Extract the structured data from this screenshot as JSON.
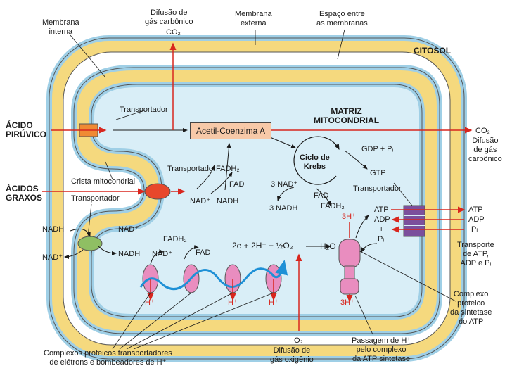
{
  "labels": {
    "membrana_interna": "Membrana\ninterna",
    "difusao_co2_top": "Difusão de\ngás carbônico",
    "co2_top": "CO₂",
    "membrana_externa": "Membrana\nexterna",
    "espaco_membranas": "Espaço entre\nas membranas",
    "citosol": "CITOSOL",
    "transportador_1": "Transportador",
    "matriz": "MATRIZ\nMITOCONDRIAL",
    "acido_piruvico": "ÁCIDO\nPIRÚVICO",
    "acetil_coa": "Acetil-Coenzima A",
    "co2_right": "CO₂",
    "difusao_co2_right": "Difusão\nde gás\ncarbônico",
    "ciclo_krebs": "Ciclo de\nKrebs",
    "gdp_pi": "GDP + Pᵢ",
    "gtp": "GTP",
    "crista": "Crista mitocondrial",
    "transportador_2": "Transportador",
    "fadh2_1": "FADH₂",
    "fad_1": "FAD",
    "acidos_graxos": "ÁCIDOS\nGRAXOS",
    "nad_1": "NAD⁺",
    "nadh_1": "NADH",
    "nad3": "3 NAD⁺",
    "fad_2": "FAD",
    "nadh3": "3 NADH",
    "fadh2_2": "FADH₂",
    "transportador_3": "Transportador",
    "transportador_4": "Transportador",
    "atp_in": "ATP",
    "adp_in": "ADP",
    "plus": "+",
    "pi_in": "Pᵢ",
    "atp_out": "ATP",
    "adp_out": "ADP",
    "pi_out": "Pᵢ",
    "h3_top": "3H⁺",
    "nadh_left": "NADH",
    "nad_left": "NAD⁺",
    "nad_2": "NAD⁺",
    "nadh_2": "NADH",
    "nad_3": "NAD⁺",
    "fadh2_3": "FADH₂",
    "fad_3": "FAD",
    "equation": "2e  + 2H⁺ + ½O₂",
    "h2o": "H₂O",
    "transporte_atp": "Transporte\nde ATP,\nADP e Pᵢ",
    "h_1": "H⁺",
    "h_2": "H⁺",
    "h_3": "H⁺",
    "h3_bottom": "3H⁺",
    "complexo_atp": "Complexo\nproteico\nda sintetase\ndo ATP",
    "o2": "O₂",
    "difusao_o2": "Difusão de\ngás oxigênio",
    "passagem_h": "Passagem de H⁺\npelo complexo\nda ATP sintetase",
    "complexos_transportadores": "Complexos proteicos transportadores\nde elétrons e bombeadores de H⁺"
  },
  "colors": {
    "membrane_yellow": "#f5d97e",
    "membrane_blue": "#9fcfe6",
    "matrix": "#d9eef7",
    "arrow_red": "#d8261e",
    "electron_path": "#1e90d6",
    "protein_pink": "#e98dbf",
    "transporter_orange": "#f08a33",
    "transporter_red": "#e8472b",
    "transporter_green": "#8fbf63",
    "transporter_purple": "#7b4f9c"
  }
}
